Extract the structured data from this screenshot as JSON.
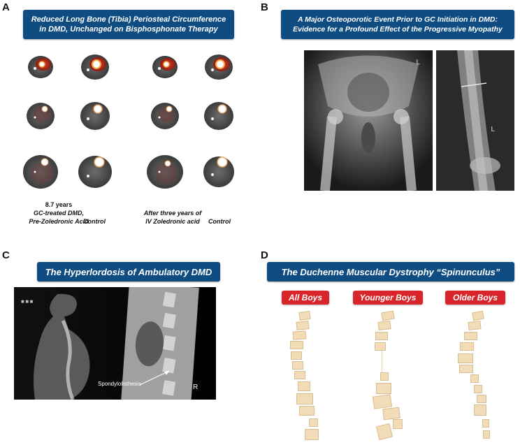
{
  "panel_a": {
    "letter": "A",
    "title_line1": "Reduced Long Bone (Tibia) Periosteal Circumference",
    "title_line2": "in DMD, Unchanged on Bisphosphonate Therapy",
    "col1_line1": "8.7 years",
    "col1_line2": "GC-treated DMD,",
    "col1_line3": "Pre-Zoledronic Acid",
    "col2": "Control",
    "col3_line1": "After three years of",
    "col3_line2": "IV Zoledronic acid",
    "col4": "Control"
  },
  "panel_b": {
    "letter": "B",
    "title_line1": "A Major Osteoporotic Event Prior to GC Initiation in DMD:",
    "title_line2": "Evidence for a Profound Effect of the Progressive Myopathy",
    "xray1_marker": "L",
    "xray2_marker": "L"
  },
  "panel_c": {
    "letter": "C",
    "title": "The Hyperlordosis of Ambulatory DMD",
    "annotation": "Spondylolisthesis",
    "marker": "R"
  },
  "panel_d": {
    "letter": "D",
    "title": "The Duchenne Muscular Dystrophy “Spinunculus”",
    "groups": [
      "All Boys",
      "Younger Boys",
      "Older Boys"
    ]
  },
  "colors": {
    "banner_blue": "#0f4c81",
    "pill_red": "#d9252a",
    "vertebra": "#f2dcb8"
  }
}
